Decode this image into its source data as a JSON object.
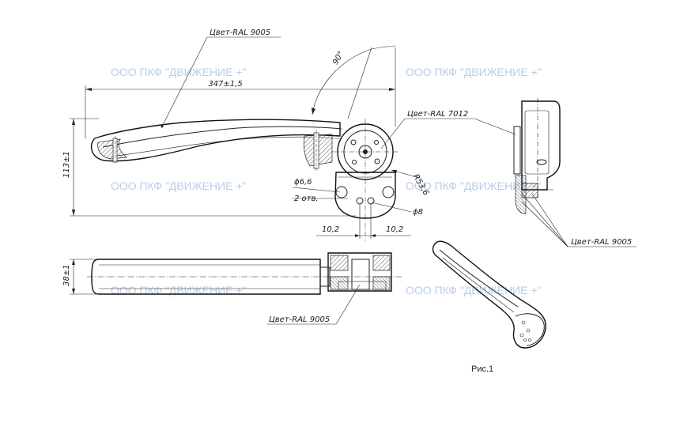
{
  "watermark": "ООО ПКФ \"ДВИЖЕНИЕ +\"",
  "labels": {
    "color_9005_top": "Цвет-RAL 9005",
    "color_7012": "Цвет-RAL 7012",
    "color_9005_side": "Цвет-RAL 9005",
    "color_9005_bottom": "Цвет-RAL 9005",
    "angle": "90°",
    "length": "347±1,5",
    "height": "113±1",
    "width": "38±1",
    "hole_dia": "ϕ6,6",
    "holes_count": "2 отв.",
    "radius": "R53,6",
    "pin_dia": "ϕ8",
    "dim_left": "10,2",
    "dim_right": "10,2",
    "figure": "Рис.1"
  }
}
